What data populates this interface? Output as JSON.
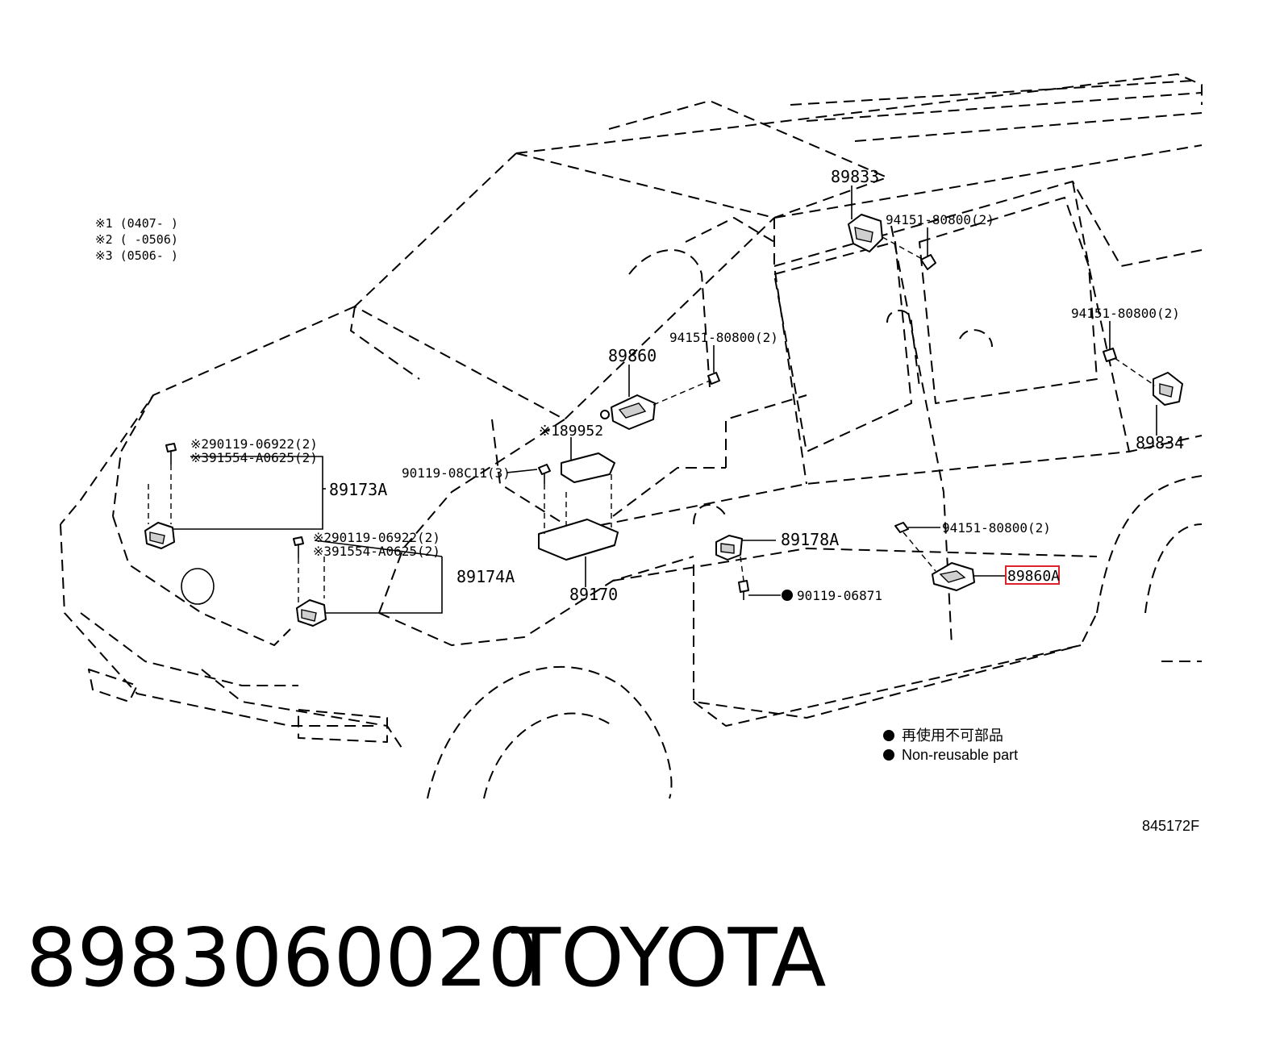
{
  "legend": {
    "lines": [
      "※1 (0407-      )",
      "※2 (      -0506)",
      "※3 (0506-      )"
    ]
  },
  "callouts": {
    "p89833": "89833",
    "p94151_a": "94151-80800(2)",
    "p94151_b": "94151-80800(2)",
    "p94151_c": "94151-80800(2)",
    "p94151_d": "94151-80800(2)",
    "p89860": "89860",
    "p89834": "89834",
    "p189952": "※189952",
    "p90119_08c11": "90119-08C11(3)",
    "p90119_06922_a": "※290119-06922(2)",
    "p91554_a": "※391554-A0625(2)",
    "p89173a": "89173A",
    "p90119_06922_b": "※290119-06922(2)",
    "p91554_b": "※391554-A0625(2)",
    "p89174a": "89174A",
    "p89170": "89170",
    "p89178a": "89178A",
    "p90119_06871": "90119-06871",
    "p89860a": "89860A"
  },
  "notes": {
    "nonreusable_jp": "再使用不可部品",
    "nonreusable_en": "Non-reusable part",
    "ref_code": "845172F"
  },
  "footer": {
    "part_number": "8983060020",
    "brand": "TOYOTA"
  },
  "colors": {
    "highlight": "#e0202a",
    "ink": "#000000"
  }
}
